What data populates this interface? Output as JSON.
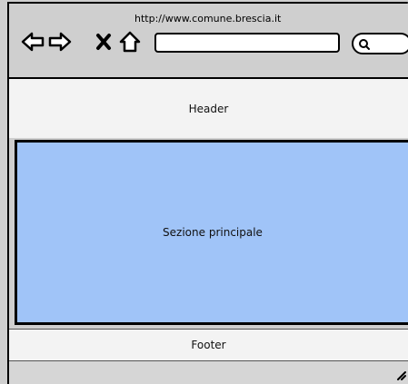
{
  "browser": {
    "url": "http://www.comune.brescia.it",
    "icons": {
      "back": "arrow-left-icon",
      "forward": "arrow-right-icon",
      "stop": "close-icon",
      "home": "home-icon",
      "search": "search-icon",
      "resize": "resize-grip-icon"
    }
  },
  "page": {
    "header_label": "Header",
    "main_label": "Sezione principale",
    "footer_label": "Footer"
  },
  "colors": {
    "chrome": "#cfcfcf",
    "header_bg": "#f3f3f3",
    "main_bg": "#a0c4f8",
    "footer_bg": "#f3f3f3"
  }
}
